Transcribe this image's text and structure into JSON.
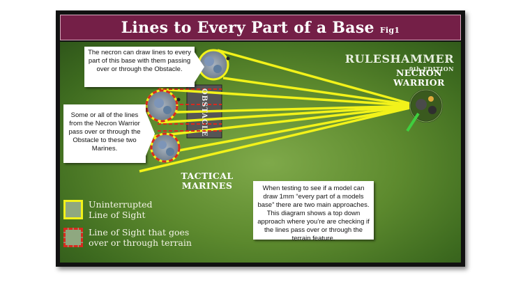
{
  "title": {
    "text": "Lines to Every Part of a Base",
    "fig": "Fig1"
  },
  "brand": {
    "name": "RULESHAMMER",
    "edition": "9th EDITION"
  },
  "callouts": {
    "top": "The necron can draw lines to every part of this base with them passing over or through the Obstacle.",
    "left": "Some or all of the lines from the Necron Warrior pass over or through the Obstacle to these two Marines."
  },
  "labels": {
    "necron": "NECRON WARRIOR",
    "marines": "TACTICAL MARINES",
    "obstacle": "OBSTACLE"
  },
  "note": "When testing to see if a model can draw 1mm “every part of a models base” there are two main approaches. This diagram shows a top down approach where you’re are checking if the lines pass over or through the terrain feature.",
  "legend": [
    {
      "label": "Uninterrupted Line of Sight",
      "color": "#f2f21a",
      "style": "solid"
    },
    {
      "label": "Line of Sight that goes over or through terrain",
      "color": "#d82a1e",
      "style": "dashed"
    }
  ],
  "colors": {
    "title_bg": "#741f47",
    "field": "#5d8a2e",
    "los_line": "#f2f21a",
    "blocked": "#d82a1e"
  }
}
